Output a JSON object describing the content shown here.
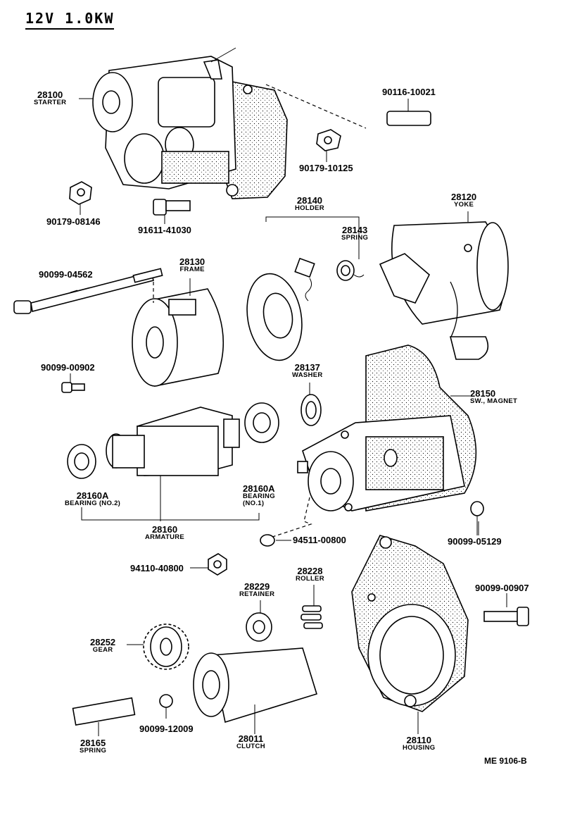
{
  "heading": "12V 1.0KW",
  "reference_code": "ME 9106-B",
  "parts": {
    "starter": {
      "number": "28100",
      "name": "STARTER"
    },
    "stud": {
      "number": "90116-10021"
    },
    "nut_10125": {
      "number": "90179-10125"
    },
    "nut_08146": {
      "number": "90179-08146"
    },
    "bolt_41030": {
      "number": "91611-41030"
    },
    "holder": {
      "number": "28140",
      "name": "HOLDER"
    },
    "yoke": {
      "number": "28120",
      "name": "YOKE"
    },
    "spring_brush": {
      "number": "28143",
      "name": "SPRING"
    },
    "through_bolt": {
      "number": "90099-04562"
    },
    "frame": {
      "number": "28130",
      "name": "FRAME"
    },
    "screw_00902": {
      "number": "90099-00902"
    },
    "washer": {
      "number": "28137",
      "name": "WASHER"
    },
    "magnet_switch": {
      "number": "28150",
      "name": "SW., MAGNET"
    },
    "bearing_no2": {
      "number": "28160A",
      "name": "BEARING (NO.2)"
    },
    "bearing_no1": {
      "number": "28160A",
      "name": "BEARING",
      "sub": "(NO.1)"
    },
    "armature": {
      "number": "28160",
      "name": "ARMATURE"
    },
    "washer_00800": {
      "number": "94511-00800"
    },
    "screw_05129": {
      "number": "90099-05129"
    },
    "nut_40800": {
      "number": "94110-40800"
    },
    "roller": {
      "number": "28228",
      "name": "ROLLER"
    },
    "retainer": {
      "number": "28229",
      "name": "RETAINER"
    },
    "bolt_00907": {
      "number": "90099-00907"
    },
    "gear": {
      "number": "28252",
      "name": "GEAR"
    },
    "ball_12009": {
      "number": "90099-12009"
    },
    "spring_return": {
      "number": "28165",
      "name": "SPRING"
    },
    "clutch": {
      "number": "28011",
      "name": "CLUTCH"
    },
    "housing": {
      "number": "28110",
      "name": "HOUSING"
    }
  }
}
